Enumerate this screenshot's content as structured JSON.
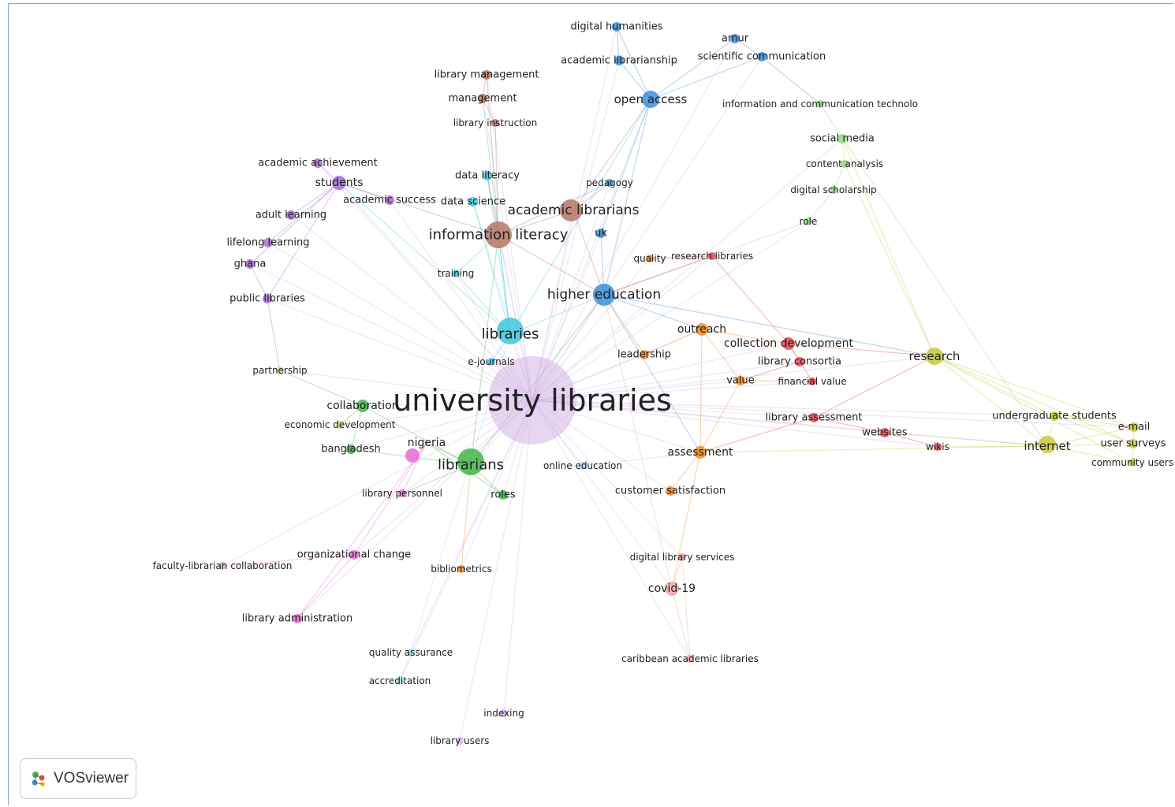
{
  "app": {
    "brand": "VOSviewer"
  },
  "cluster_colors": {
    "red": "#e8454f",
    "green": "#43b648",
    "blue": "#3b8fdb",
    "yellow": "#c5c83a",
    "purple": "#a46cd6",
    "cyan": "#3fc6dd",
    "orange": "#f08a24",
    "brown": "#b57565",
    "pink": "#e56cd5",
    "lightgreen": "#8fd87e",
    "lightyellow": "#dadb8c",
    "lightblue": "#aacbef",
    "lightpink": "#f2a6a6",
    "lightpurple": "#d2b4e6",
    "lightcyan": "#a6dbe8"
  },
  "nodes": [
    {
      "id": "university-libraries",
      "label": "university libraries",
      "cluster": "lightpurple",
      "weight": 10
    },
    {
      "id": "libraries",
      "label": "libraries",
      "cluster": "cyan",
      "weight": 5
    },
    {
      "id": "librarians",
      "label": "librarians",
      "cluster": "green",
      "weight": 5
    },
    {
      "id": "information-literacy",
      "label": "information literacy",
      "cluster": "brown",
      "weight": 5
    },
    {
      "id": "academic-librarians",
      "label": "academic librarians",
      "cluster": "brown",
      "weight": 4
    },
    {
      "id": "higher-education",
      "label": "higher education",
      "cluster": "blue",
      "weight": 4
    },
    {
      "id": "open-access",
      "label": "open access",
      "cluster": "blue",
      "weight": 3.5
    },
    {
      "id": "research",
      "label": "research",
      "cluster": "yellow",
      "weight": 3.5
    },
    {
      "id": "internet",
      "label": "internet",
      "cluster": "yellow",
      "weight": 3.5
    },
    {
      "id": "students",
      "label": "students",
      "cluster": "purple",
      "weight": 3
    },
    {
      "id": "nigeria",
      "label": "nigeria",
      "cluster": "pink",
      "weight": 3
    },
    {
      "id": "covid-19",
      "label": "covid-19",
      "cluster": "lightpink",
      "weight": 3
    },
    {
      "id": "outreach",
      "label": "outreach",
      "cluster": "orange",
      "weight": 2.5
    },
    {
      "id": "assessment",
      "label": "assessment",
      "cluster": "orange",
      "weight": 2.5
    },
    {
      "id": "collaboration",
      "label": "collaboration",
      "cluster": "green",
      "weight": 2.5
    },
    {
      "id": "digital-humanities",
      "label": "digital humanities",
      "cluster": "blue",
      "weight": 2
    },
    {
      "id": "academic-librarianship",
      "label": "academic librarianship",
      "cluster": "blue",
      "weight": 2
    },
    {
      "id": "amur",
      "label": "amur",
      "cluster": "blue",
      "weight": 2
    },
    {
      "id": "scientific-communication",
      "label": "scientific communication",
      "cluster": "blue",
      "weight": 2
    },
    {
      "id": "information-and-communication-technolo",
      "label": "information and communication technolo",
      "cluster": "lightgreen",
      "weight": 1.5
    },
    {
      "id": "library-management",
      "label": "library management",
      "cluster": "brown",
      "weight": 2
    },
    {
      "id": "management",
      "label": "management",
      "cluster": "brown",
      "weight": 2
    },
    {
      "id": "library-instruction",
      "label": "library instruction",
      "cluster": "brown",
      "weight": 1.5
    },
    {
      "id": "social-media",
      "label": "social media",
      "cluster": "lightgreen",
      "weight": 2
    },
    {
      "id": "content-analysis",
      "label": "content analysis",
      "cluster": "lightgreen",
      "weight": 1.5
    },
    {
      "id": "digital-scholarship",
      "label": "digital scholarship",
      "cluster": "lightgreen",
      "weight": 1.5
    },
    {
      "id": "role",
      "label": "role",
      "cluster": "lightgreen",
      "weight": 1.5
    },
    {
      "id": "academic-achievement",
      "label": "academic achievement",
      "cluster": "purple",
      "weight": 2
    },
    {
      "id": "academic-success",
      "label": "academic success",
      "cluster": "purple",
      "weight": 2
    },
    {
      "id": "adult-learning",
      "label": "adult learning",
      "cluster": "purple",
      "weight": 2
    },
    {
      "id": "lifelong-learning",
      "label": "lifelong learning",
      "cluster": "purple",
      "weight": 2
    },
    {
      "id": "ghana",
      "label": "ghana",
      "cluster": "purple",
      "weight": 2
    },
    {
      "id": "public-libraries",
      "label": "public libraries",
      "cluster": "purple",
      "weight": 2
    },
    {
      "id": "data-literacy",
      "label": "data literacy",
      "cluster": "cyan",
      "weight": 2
    },
    {
      "id": "data-science",
      "label": "data science",
      "cluster": "cyan",
      "weight": 2
    },
    {
      "id": "pedagogy",
      "label": "pedagogy",
      "cluster": "blue",
      "weight": 1.5
    },
    {
      "id": "uk",
      "label": "uk",
      "cluster": "blue",
      "weight": 2
    },
    {
      "id": "training",
      "label": "training",
      "cluster": "cyan",
      "weight": 1.5
    },
    {
      "id": "quality",
      "label": "quality",
      "cluster": "orange",
      "weight": 1.5
    },
    {
      "id": "research-libraries",
      "label": "research libraries",
      "cluster": "red",
      "weight": 1.5
    },
    {
      "id": "e-journals",
      "label": "e-journals",
      "cluster": "cyan",
      "weight": 1.5
    },
    {
      "id": "leadership",
      "label": "leadership",
      "cluster": "orange",
      "weight": 2
    },
    {
      "id": "collection-development",
      "label": "collection development",
      "cluster": "red",
      "weight": 2.5
    },
    {
      "id": "library-consortia",
      "label": "library consortia",
      "cluster": "red",
      "weight": 2
    },
    {
      "id": "value",
      "label": "value",
      "cluster": "orange",
      "weight": 2
    },
    {
      "id": "financial-value",
      "label": "financial value",
      "cluster": "red",
      "weight": 1.5
    },
    {
      "id": "partnership",
      "label": "partnership",
      "cluster": "lightyellow",
      "weight": 1.5
    },
    {
      "id": "economic-development",
      "label": "economic development",
      "cluster": "lightyellow",
      "weight": 1.5
    },
    {
      "id": "bangladesh",
      "label": "bangladesh",
      "cluster": "green",
      "weight": 2
    },
    {
      "id": "library-assessment",
      "label": "library assessment",
      "cluster": "red",
      "weight": 2
    },
    {
      "id": "websites",
      "label": "websites",
      "cluster": "red",
      "weight": 2
    },
    {
      "id": "wikis",
      "label": "wikis",
      "cluster": "red",
      "weight": 1.5
    },
    {
      "id": "undergraduate-students",
      "label": "undergraduate students",
      "cluster": "yellow",
      "weight": 2
    },
    {
      "id": "e-mail",
      "label": "e-mail",
      "cluster": "yellow",
      "weight": 2
    },
    {
      "id": "user-surveys",
      "label": "user surveys",
      "cluster": "yellow",
      "weight": 2
    },
    {
      "id": "community-users",
      "label": "community users",
      "cluster": "yellow",
      "weight": 1.5
    },
    {
      "id": "online-education",
      "label": "online education",
      "cluster": "lightblue",
      "weight": 1.5
    },
    {
      "id": "library-personnel",
      "label": "library personnel",
      "cluster": "pink",
      "weight": 1.5
    },
    {
      "id": "roles",
      "label": "roles",
      "cluster": "green",
      "weight": 2
    },
    {
      "id": "customer-satisfaction",
      "label": "customer satisfaction",
      "cluster": "orange",
      "weight": 2
    },
    {
      "id": "organizational-change",
      "label": "organizational change",
      "cluster": "pink",
      "weight": 2
    },
    {
      "id": "faculty-librarian-collaboration",
      "label": "faculty-librarian collaboration",
      "cluster": "lightpurple",
      "weight": 1.5
    },
    {
      "id": "bibliometrics",
      "label": "bibliometrics",
      "cluster": "orange",
      "weight": 1.5
    },
    {
      "id": "digital-library-services",
      "label": "digital library services",
      "cluster": "lightpink",
      "weight": 1.5
    },
    {
      "id": "library-administration",
      "label": "library administration",
      "cluster": "pink",
      "weight": 2
    },
    {
      "id": "quality-assurance",
      "label": "quality assurance",
      "cluster": "lightcyan",
      "weight": 1.5
    },
    {
      "id": "accreditation",
      "label": "accreditation",
      "cluster": "lightcyan",
      "weight": 1.5
    },
    {
      "id": "caribbean-academic-libraries",
      "label": "caribbean academic libraries",
      "cluster": "lightpink",
      "weight": 1.5
    },
    {
      "id": "indexing",
      "label": "indexing",
      "cluster": "lightpurple",
      "weight": 1.5
    },
    {
      "id": "library-users",
      "label": "library users",
      "cluster": "lightpurple",
      "weight": 1.5
    }
  ],
  "links": [
    [
      "university-libraries",
      "libraries"
    ],
    [
      "university-libraries",
      "librarians"
    ],
    [
      "university-libraries",
      "information-literacy"
    ],
    [
      "university-libraries",
      "academic-librarians"
    ],
    [
      "university-libraries",
      "higher-education"
    ],
    [
      "university-libraries",
      "open-access"
    ],
    [
      "university-libraries",
      "research"
    ],
    [
      "university-libraries",
      "internet"
    ],
    [
      "university-libraries",
      "students"
    ],
    [
      "university-libraries",
      "nigeria"
    ],
    [
      "university-libraries",
      "covid-19"
    ],
    [
      "university-libraries",
      "outreach"
    ],
    [
      "university-libraries",
      "assessment"
    ],
    [
      "university-libraries",
      "collaboration"
    ],
    [
      "university-libraries",
      "digital-humanities"
    ],
    [
      "university-libraries",
      "academic-librarianship"
    ],
    [
      "university-libraries",
      "library-management"
    ],
    [
      "university-libraries",
      "management"
    ],
    [
      "university-libraries",
      "academic-achievement"
    ],
    [
      "university-libraries",
      "academic-success"
    ],
    [
      "university-libraries",
      "adult-learning"
    ],
    [
      "university-libraries",
      "lifelong-learning"
    ],
    [
      "university-libraries",
      "ghana"
    ],
    [
      "university-libraries",
      "public-libraries"
    ],
    [
      "university-libraries",
      "data-literacy"
    ],
    [
      "university-libraries",
      "data-science"
    ],
    [
      "university-libraries",
      "training"
    ],
    [
      "university-libraries",
      "collection-development"
    ],
    [
      "university-libraries",
      "library-consortia"
    ],
    [
      "university-libraries",
      "library-assessment"
    ],
    [
      "university-libraries",
      "websites"
    ],
    [
      "university-libraries",
      "wikis"
    ],
    [
      "university-libraries",
      "undergraduate-students"
    ],
    [
      "university-libraries",
      "e-mail"
    ],
    [
      "university-libraries",
      "library-personnel"
    ],
    [
      "university-libraries",
      "organizational-change"
    ],
    [
      "university-libraries",
      "faculty-librarian-collaboration"
    ],
    [
      "university-libraries",
      "bibliometrics"
    ],
    [
      "university-libraries",
      "library-administration"
    ],
    [
      "university-libraries",
      "quality-assurance"
    ],
    [
      "university-libraries",
      "accreditation"
    ],
    [
      "university-libraries",
      "indexing"
    ],
    [
      "university-libraries",
      "library-users"
    ],
    [
      "university-libraries",
      "caribbean-academic-libraries"
    ],
    [
      "university-libraries",
      "digital-library-services"
    ],
    [
      "university-libraries",
      "online-education"
    ],
    [
      "university-libraries",
      "roles"
    ],
    [
      "university-libraries",
      "customer-satisfaction"
    ],
    [
      "university-libraries",
      "social-media"
    ],
    [
      "university-libraries",
      "role"
    ],
    [
      "university-libraries",
      "partnership"
    ],
    [
      "university-libraries",
      "economic-development"
    ],
    [
      "university-libraries",
      "bangladesh"
    ],
    [
      "university-libraries",
      "leadership"
    ],
    [
      "university-libraries",
      "value"
    ],
    [
      "university-libraries",
      "financial-value"
    ],
    [
      "university-libraries",
      "research-libraries"
    ],
    [
      "university-libraries",
      "quality"
    ],
    [
      "university-libraries",
      "e-journals"
    ],
    [
      "university-libraries",
      "uk"
    ],
    [
      "university-libraries",
      "pedagogy"
    ],
    [
      "university-libraries",
      "scientific-communication"
    ],
    [
      "university-libraries",
      "amur"
    ],
    [
      "libraries",
      "information-literacy"
    ],
    [
      "libraries",
      "data-literacy"
    ],
    [
      "libraries",
      "data-science"
    ],
    [
      "libraries",
      "training"
    ],
    [
      "libraries",
      "open-access"
    ],
    [
      "libraries",
      "higher-education"
    ],
    [
      "libraries",
      "students"
    ],
    [
      "libraries",
      "management"
    ],
    [
      "librarians",
      "nigeria"
    ],
    [
      "librarians",
      "collaboration"
    ],
    [
      "librarians",
      "roles"
    ],
    [
      "librarians",
      "bangladesh"
    ],
    [
      "librarians",
      "library-personnel"
    ],
    [
      "librarians",
      "higher-education"
    ],
    [
      "librarians",
      "information-literacy"
    ],
    [
      "information-literacy",
      "academic-librarians"
    ],
    [
      "information-literacy",
      "library-instruction"
    ],
    [
      "information-literacy",
      "students"
    ],
    [
      "information-literacy",
      "higher-education"
    ],
    [
      "information-literacy",
      "data-literacy"
    ],
    [
      "information-literacy",
      "library-management"
    ],
    [
      "academic-librarians",
      "pedagogy"
    ],
    [
      "academic-librarians",
      "open-access"
    ],
    [
      "academic-librarians",
      "higher-education"
    ],
    [
      "higher-education",
      "open-access"
    ],
    [
      "higher-education",
      "uk"
    ],
    [
      "higher-education",
      "research"
    ],
    [
      "higher-education",
      "assessment"
    ],
    [
      "higher-education",
      "outreach"
    ],
    [
      "open-access",
      "digital-humanities"
    ],
    [
      "open-access",
      "academic-librarianship"
    ],
    [
      "open-access",
      "scientific-communication"
    ],
    [
      "open-access",
      "amur"
    ],
    [
      "digital-humanities",
      "academic-librarianship"
    ],
    [
      "amur",
      "scientific-communication"
    ],
    [
      "scientific-communication",
      "information-and-communication-technolo"
    ],
    [
      "research",
      "internet"
    ],
    [
      "research",
      "undergraduate-students"
    ],
    [
      "research",
      "e-mail"
    ],
    [
      "research",
      "user-surveys"
    ],
    [
      "research",
      "community-users"
    ],
    [
      "research",
      "social-media"
    ],
    [
      "research",
      "content-analysis"
    ],
    [
      "internet",
      "undergraduate-students"
    ],
    [
      "internet",
      "e-mail"
    ],
    [
      "internet",
      "user-surveys"
    ],
    [
      "internet",
      "community-users"
    ],
    [
      "internet",
      "websites"
    ],
    [
      "internet",
      "wikis"
    ],
    [
      "internet",
      "assessment"
    ],
    [
      "undergraduate-students",
      "e-mail"
    ],
    [
      "undergraduate-students",
      "user-surveys"
    ],
    [
      "e-mail",
      "user-surveys"
    ],
    [
      "user-surveys",
      "community-users"
    ],
    [
      "students",
      "academic-achievement"
    ],
    [
      "students",
      "academic-success"
    ],
    [
      "students",
      "adult-learning"
    ],
    [
      "students",
      "lifelong-learning"
    ],
    [
      "students",
      "ghana"
    ],
    [
      "students",
      "public-libraries"
    ],
    [
      "public-libraries",
      "ghana"
    ],
    [
      "public-libraries",
      "partnership"
    ],
    [
      "outreach",
      "leadership"
    ],
    [
      "outreach",
      "collection-development"
    ],
    [
      "outreach",
      "assessment"
    ],
    [
      "outreach",
      "value"
    ],
    [
      "collection-development",
      "library-consortia"
    ],
    [
      "collection-development",
      "financial-value"
    ],
    [
      "collection-development",
      "research"
    ],
    [
      "library-consortia",
      "value"
    ],
    [
      "value",
      "financial-value"
    ],
    [
      "library-assessment",
      "websites"
    ],
    [
      "library-assessment",
      "assessment"
    ],
    [
      "websites",
      "wikis"
    ],
    [
      "assessment",
      "customer-satisfaction"
    ],
    [
      "assessment",
      "covid-19"
    ],
    [
      "covid-19",
      "digital-library-services"
    ],
    [
      "covid-19",
      "caribbean-academic-libraries"
    ],
    [
      "digital-library-services",
      "caribbean-academic-libraries"
    ],
    [
      "nigeria",
      "library-personnel"
    ],
    [
      "nigeria",
      "organizational-change"
    ],
    [
      "nigeria",
      "library-administration"
    ],
    [
      "organizational-change",
      "library-administration"
    ],
    [
      "organizational-change",
      "faculty-librarian-collaboration"
    ],
    [
      "quality-assurance",
      "accreditation"
    ],
    [
      "quality-assurance",
      "libraries"
    ],
    [
      "library-management",
      "management"
    ],
    [
      "management",
      "library-instruction"
    ],
    [
      "research-libraries",
      "collection-development"
    ],
    [
      "research-libraries",
      "quality"
    ],
    [
      "social-media",
      "content-analysis"
    ],
    [
      "content-analysis",
      "digital-scholarship"
    ],
    [
      "digital-scholarship",
      "role"
    ],
    [
      "role",
      "higher-education"
    ],
    [
      "information-and-communication-technolo",
      "internet"
    ],
    [
      "collaboration",
      "partnership"
    ],
    [
      "collaboration",
      "economic-development"
    ],
    [
      "collaboration",
      "bangladesh"
    ],
    [
      "roles",
      "nigeria"
    ],
    [
      "bibliometrics",
      "librarians"
    ],
    [
      "leadership",
      "higher-education"
    ],
    [
      "uk",
      "open-access"
    ],
    [
      "pedagogy",
      "information-literacy"
    ],
    [
      "e-journals",
      "libraries"
    ],
    [
      "training",
      "information-literacy"
    ],
    [
      "covid-19",
      "higher-education"
    ],
    [
      "research-libraries",
      "higher-education"
    ],
    [
      "online-education",
      "assessment"
    ],
    [
      "library-assessment",
      "research"
    ],
    [
      "value",
      "assessment"
    ]
  ]
}
